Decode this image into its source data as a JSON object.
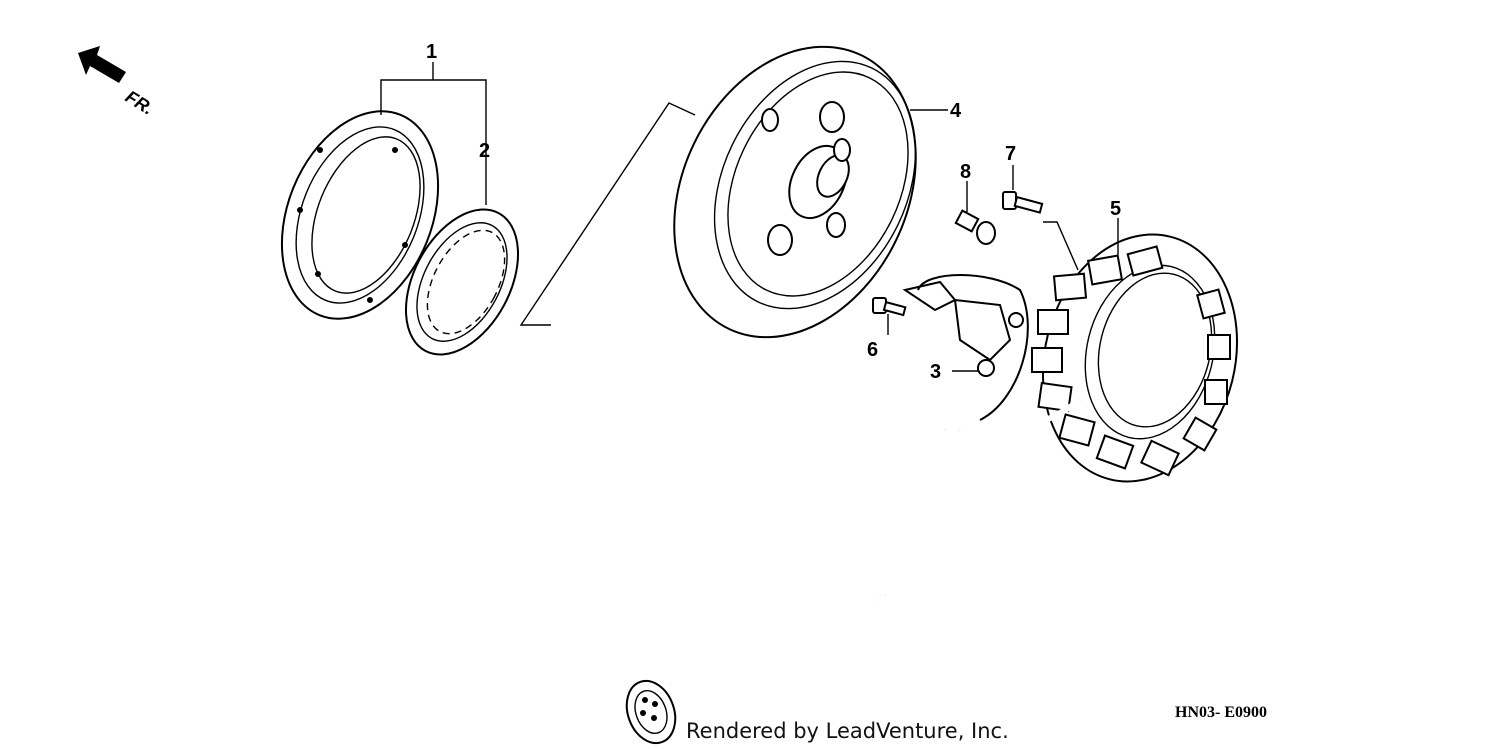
{
  "diagram": {
    "direction_label": "FR.",
    "callouts": [
      "1",
      "2",
      "3",
      "4",
      "5",
      "6",
      "7",
      "8"
    ],
    "diagram_code": "HN03-  E0900",
    "credit": "Rendered by LeadVenture, Inc.",
    "colors": {
      "line": "#000000",
      "background": "#ffffff"
    }
  }
}
